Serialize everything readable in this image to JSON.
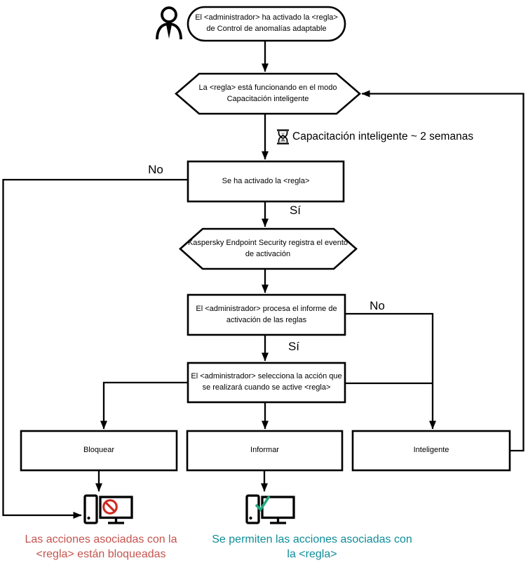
{
  "colors": {
    "line": "#000000",
    "blocked_text": "#C4544E",
    "allowed_text": "#0F8D99",
    "prohibition_red": "#CE2A21",
    "check_green": "#23A87E"
  },
  "icons": {
    "person": "person-icon",
    "hourglass": "hourglass-icon",
    "blocked_computer": "computer-blocked-icon",
    "allowed_computer": "computer-allowed-icon"
  },
  "nodes": {
    "start": {
      "line1": "El <administrador> ha activado la <regla>",
      "line2": "de Control de anomalías adaptable"
    },
    "training_mode": {
      "line1": "La <regla> está funcionando en el modo",
      "line2": "Capacitación inteligente"
    },
    "rule_triggered": {
      "label": "Se ha activado la <regla>"
    },
    "event_logged": {
      "line1": "Kaspersky Endpoint Security registra el evento",
      "line2": "de activación"
    },
    "admin_processes": {
      "line1": "El <administrador> procesa el informe de",
      "line2": "activación de las reglas"
    },
    "admin_selects": {
      "line1": "El <administrador> selecciona la acción que",
      "line2": "se realizará cuando se active <regla>"
    },
    "block": {
      "label": "Bloquear"
    },
    "inform": {
      "label": "Informar"
    },
    "smart": {
      "label": "Inteligente"
    }
  },
  "edge_labels": {
    "no_left": "No",
    "yes_triggered": "Sí",
    "no_right": "No",
    "yes_processed": "Sí",
    "training_duration": "Capacitación inteligente ~ 2 semanas"
  },
  "captions": {
    "blocked": {
      "line1": "Las acciones asociadas con la",
      "line2": "<regla> están bloqueadas"
    },
    "allowed": {
      "line1": "Se permiten las acciones asociadas con",
      "line2": "la <regla>"
    }
  }
}
